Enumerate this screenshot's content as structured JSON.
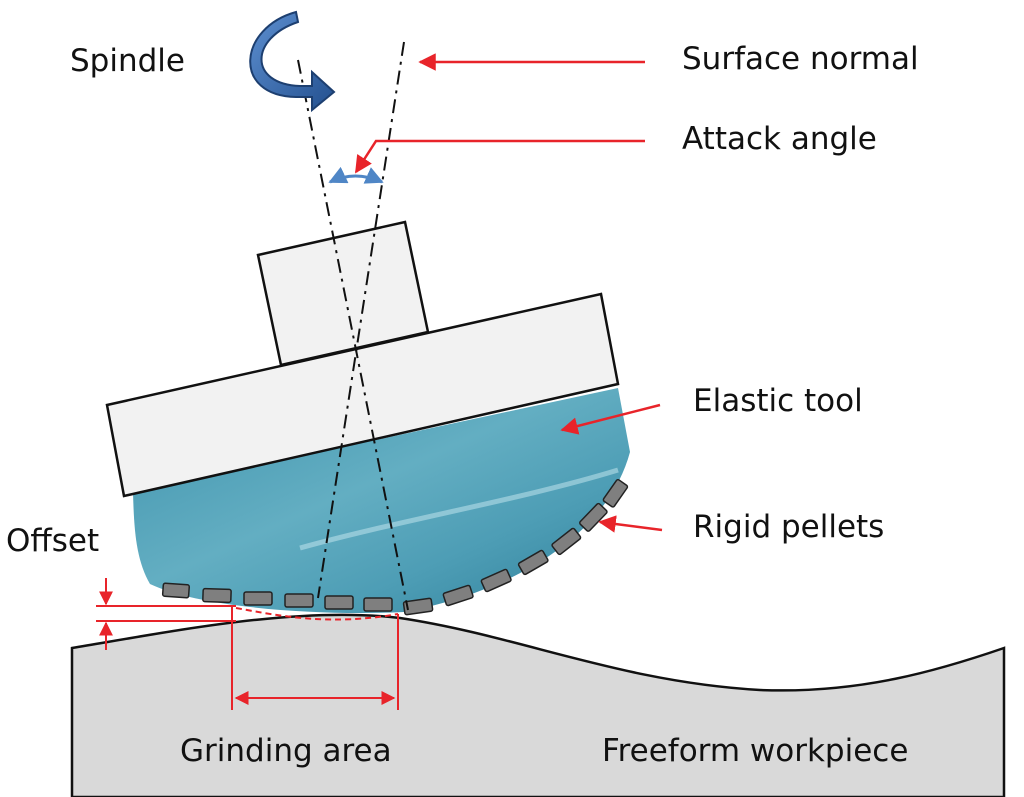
{
  "labels": {
    "spindle": "Spindle",
    "surface_normal": "Surface normal",
    "attack_angle": "Attack angle",
    "elastic_tool": "Elastic tool",
    "rigid_pellets": "Rigid pellets",
    "offset": "Offset",
    "grinding_area": "Grinding area",
    "freeform_workpiece": "Freeform workpiece"
  },
  "colors": {
    "annotation": "#e8242a",
    "rotation_arrow": "#2f5f9e",
    "angle_arc": "#4f86c6",
    "tool_body": "#4b9cb3",
    "holder": "#f2f2f2",
    "workpiece": "#d9d9d9",
    "pellet": "#7f7f7f",
    "outline": "#111111"
  },
  "icons": {
    "spindle_rotation": "curved-rotation-arrow-icon"
  }
}
